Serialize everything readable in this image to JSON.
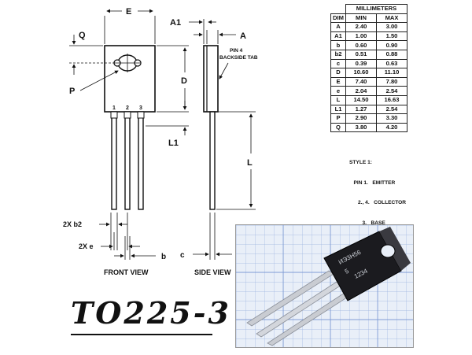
{
  "title": "TO225-3",
  "labels": {
    "E": "E",
    "A1": "A1",
    "A": "A",
    "Q": "Q",
    "P": "P",
    "D": "D",
    "L": "L",
    "L1": "L1",
    "b2": "2X  b2",
    "e": "2X  e",
    "b": "b",
    "c": "c",
    "pin1": "1",
    "pin2": "2",
    "pin3": "3",
    "pin4_tab": [
      "PIN 4",
      "BACKSIDE TAB"
    ],
    "front_view": "FRONT VIEW",
    "side_view": "SIDE VIEW"
  },
  "table": {
    "header_group": "MILLIMETERS",
    "columns": [
      "DIM",
      "MIN",
      "MAX"
    ],
    "rows": [
      [
        "A",
        "2.40",
        "3.00"
      ],
      [
        "A1",
        "1.00",
        "1.50"
      ],
      [
        "b",
        "0.60",
        "0.90"
      ],
      [
        "b2",
        "0.51",
        "0.88"
      ],
      [
        "c",
        "0.39",
        "0.63"
      ],
      [
        "D",
        "10.60",
        "11.10"
      ],
      [
        "E",
        "7.40",
        "7.80"
      ],
      [
        "e",
        "2.04",
        "2.54"
      ],
      [
        "L",
        "14.50",
        "16.63"
      ],
      [
        "L1",
        "1.27",
        "2.54"
      ],
      [
        "P",
        "2.90",
        "3.30"
      ],
      [
        "Q",
        "3.80",
        "4.20"
      ]
    ]
  },
  "style_notes": [
    "STYLE 1:",
    "   PIN 1.   EMITTER",
    "      2., 4.   COLLECTOR",
    "         3.   BASE"
  ],
  "photo_marking": [
    "ИЭ3Н56",
    "5",
    "1234"
  ]
}
